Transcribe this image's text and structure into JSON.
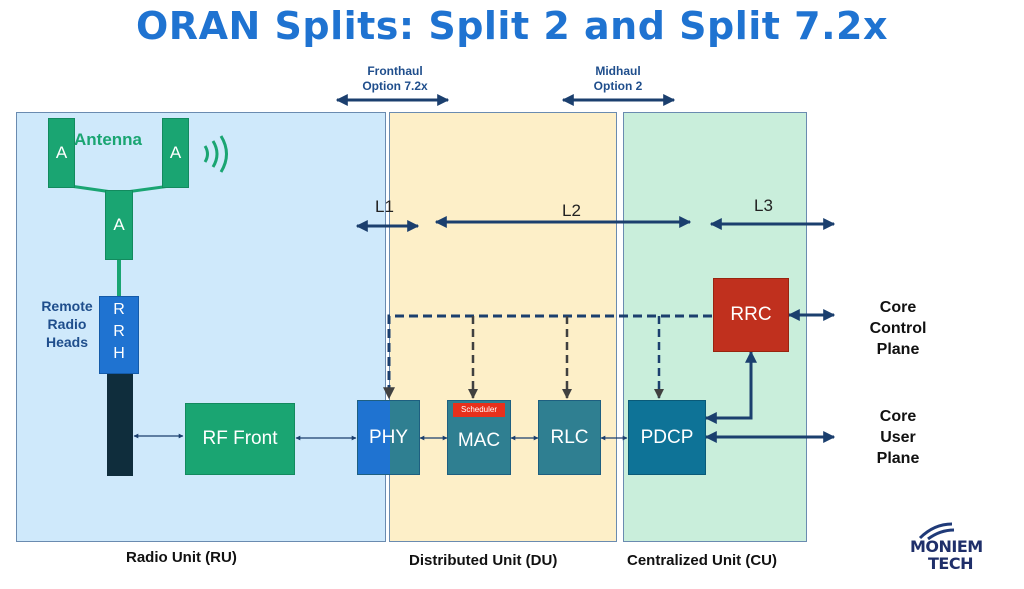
{
  "title": "ORAN Splits: Split 2 and Split 7.2x",
  "fronthaul": {
    "line1": "Fronthaul",
    "line2": "Option 7.2x"
  },
  "midhaul": {
    "line1": "Midhaul",
    "line2": "Option 2"
  },
  "antenna": {
    "label": "Antenna",
    "element": "A"
  },
  "rrh": {
    "label_lines": [
      "Remote",
      "Radio",
      "Heads"
    ],
    "letters": [
      "R",
      "R",
      "H"
    ]
  },
  "layers": {
    "l1": "L1",
    "l2": "L2",
    "l3": "L3"
  },
  "blocks": {
    "rf_front": "RF Front",
    "phy": "PHY",
    "mac": "MAC",
    "scheduler": "Scheduler",
    "rlc": "RLC",
    "pdcp": "PDCP",
    "rrc": "RRC"
  },
  "core_control": [
    "Core",
    "Control",
    "Plane"
  ],
  "core_user": [
    "Core",
    "User",
    "Plane"
  ],
  "regions": {
    "ru": "Radio Unit (RU)",
    "du": "Distributed Unit (DU)",
    "cu": "Centralized Unit (CU)"
  },
  "logo": {
    "line1": "MONIEM",
    "line2": "TECH"
  },
  "colors": {
    "title": "#1f73d1",
    "green": "#1aa572",
    "teal": "#2f7f91",
    "blue": "#1f73d1",
    "red": "#c0301e",
    "navy": "#1b3f6e"
  }
}
